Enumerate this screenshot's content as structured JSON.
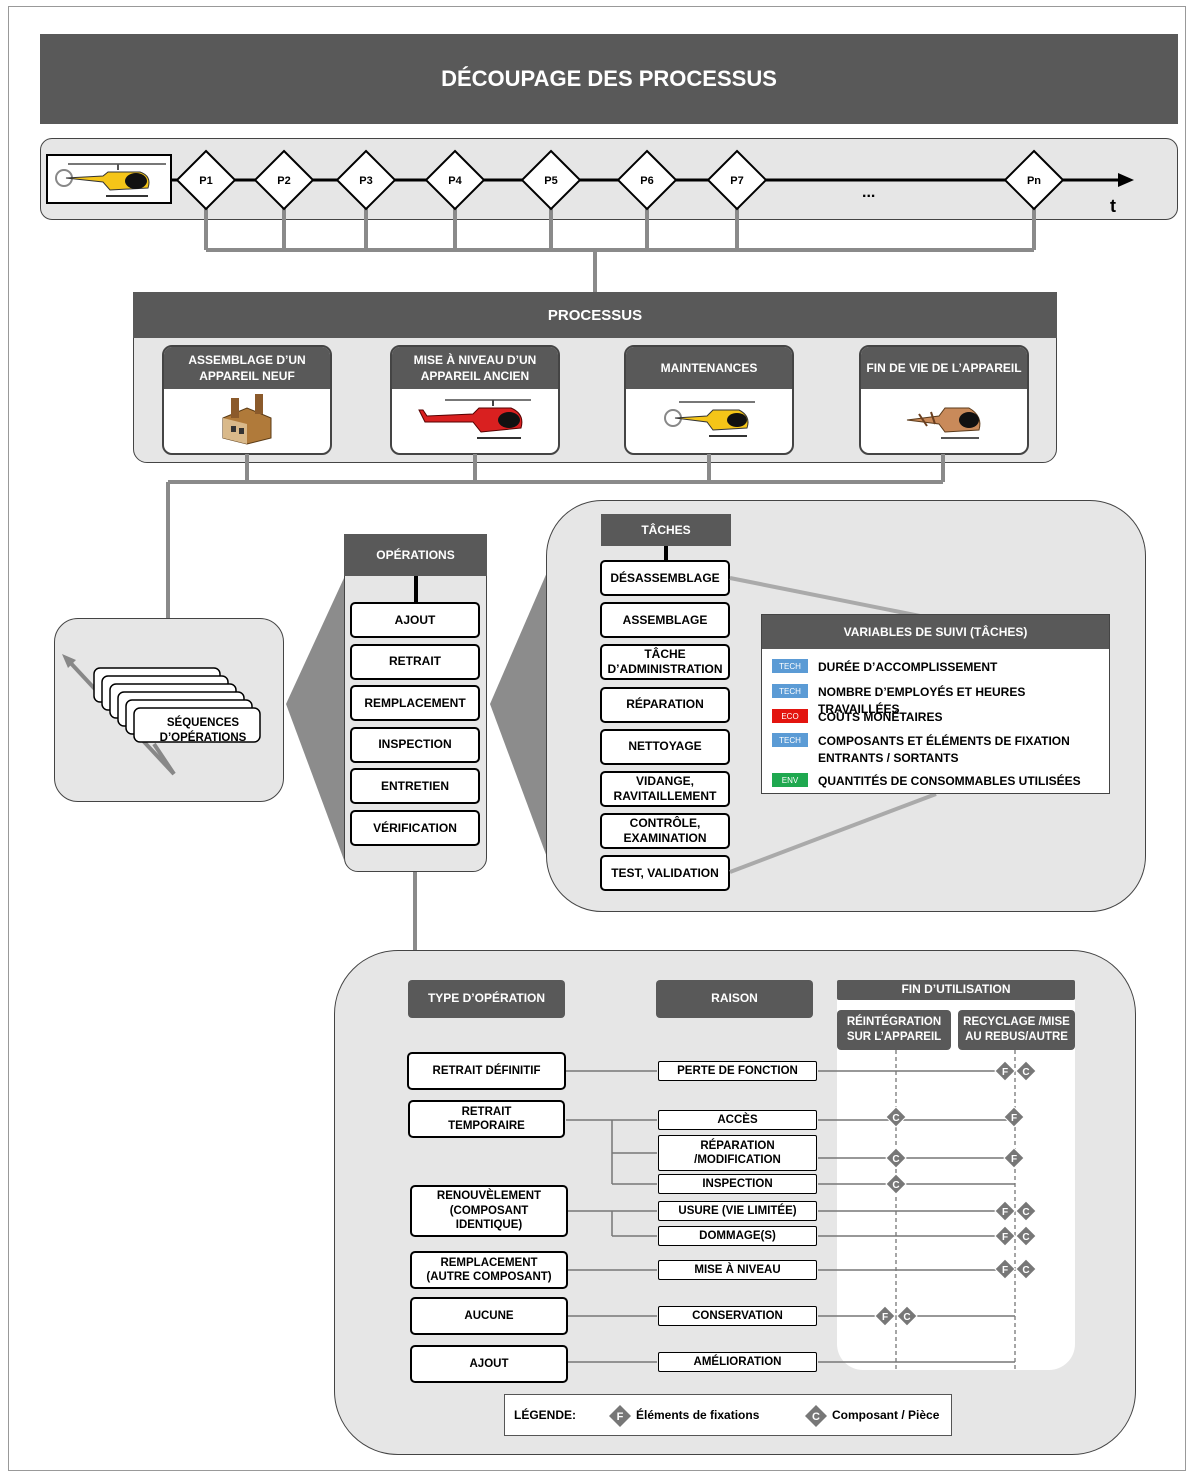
{
  "title": "DÉCOUPAGE DES PROCESSUS",
  "timeline": {
    "steps": [
      "P1",
      "P2",
      "P3",
      "P4",
      "P5",
      "P6",
      "P7",
      "Pn"
    ],
    "ellipsis": "...",
    "axis_label": "t"
  },
  "processus": {
    "title": "PROCESSUS",
    "cards": [
      {
        "label": "ASSEMBLAGE D’UN APPAREIL NEUF",
        "icon": "factory-icon"
      },
      {
        "label": "MISE À NIVEAU D’UN APPAREIL ANCIEN",
        "icon": "red-helicopter-icon"
      },
      {
        "label": "MAINTENANCES",
        "icon": "yellow-helicopter-icon"
      },
      {
        "label": "FIN DE VIE DE L’APPAREIL",
        "icon": "wrecked-helicopter-icon"
      }
    ]
  },
  "sequences_label": "SÉQUENCES D’OPÉRATIONS",
  "operations": {
    "title": "OPÉRATIONS",
    "items": [
      "AJOUT",
      "RETRAIT",
      "REMPLACEMENT",
      "INSPECTION",
      "ENTRETIEN",
      "VÉRIFICATION"
    ]
  },
  "taches": {
    "title": "TÂCHES",
    "items": [
      "DÉSASSEMBLAGE",
      "ASSEMBLAGE",
      "TÂCHE D’ADMINISTRATION",
      "RÉPARATION",
      "NETTOYAGE",
      "VIDANGE, RAVITAILLEMENT",
      "CONTRÔLE, EXAMINATION",
      "TEST, VALIDATION"
    ]
  },
  "variables": {
    "title": "VARIABLES DE SUIVI (TÂCHES)",
    "rows": [
      {
        "tag": "TECH",
        "text": "DURÉE D’ACCOMPLISSEMENT",
        "color": "#5b9bd5"
      },
      {
        "tag": "TECH",
        "text": "NOMBRE D’EMPLOYÉS ET HEURES TRAVAILLÉES",
        "color": "#5b9bd5"
      },
      {
        "tag": "ECO",
        "text": "COÛTS MONÉTAIRES",
        "color": "#e3140f"
      },
      {
        "tag": "TECH",
        "text": "COMPOSANTS ET ÉLÉMENTS DE FIXATION ENTRANTS / SORTANTS",
        "color": "#5b9bd5"
      },
      {
        "tag": "ENV",
        "text": "QUANTITÉS DE CONSOMMABLES UTILISÉES",
        "color": "#1fa84f"
      }
    ]
  },
  "bottom": {
    "type_header": "TYPE D’OPÉRATION",
    "raison_header": "RAISON",
    "fin_header": "FIN D’UTILISATION",
    "fin_cols": [
      "RÉINTÉGRATION SUR L’APPAREIL",
      "RECYCLAGE /MISE AU REBUS/AUTRE"
    ],
    "types": [
      "RETRAIT DÉFINITIF",
      "RETRAIT TEMPORAIRE",
      "RENOUVÈLEMENT (COMPOSANT IDENTIQUE)",
      "REMPLACEMENT (AUTRE COMPOSANT)",
      "AUCUNE",
      "AJOUT"
    ],
    "reasons": [
      "PERTE DE FONCTION",
      "ACCÈS",
      "RÉPARATION /MODIFICATION",
      "INSPECTION",
      "USURE (VIE LIMITÉE)",
      "DOMMAGE(S)",
      "MISE À NIVEAU",
      "CONSERVATION",
      "AMÉLIORATION"
    ],
    "marker_f": "F",
    "marker_c": "C",
    "legend": {
      "label": "LÉGENDE:",
      "f_text": "Éléments de fixations",
      "c_text": "Composant / Pièce"
    }
  }
}
